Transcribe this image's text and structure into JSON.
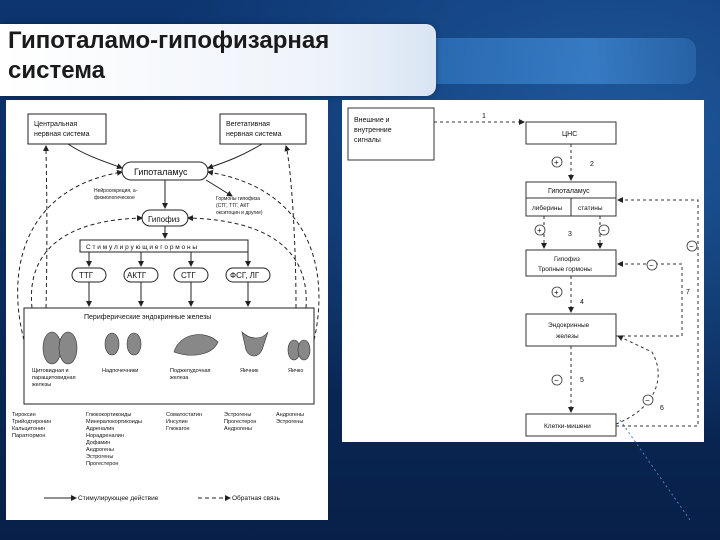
{
  "title": "Гипоталамо-гипофизарная система",
  "left": {
    "cns_central": [
      "Центральная",
      "нервная система"
    ],
    "cns_vegetative": [
      "Вегетативная",
      "нервная система"
    ],
    "hypothalamus": "Гипоталамус",
    "neurosecretion": [
      "Нейросекреция, а-",
      "физиологическое"
    ],
    "tropic_hormones": [
      "Гормоны гипофиза",
      "(СТГ, ТТГ, АКТ",
      "окситоцин и другие)"
    ],
    "pituitary": "Гипофиз",
    "stimulating": "С т и м у л и р у ю щ и е     г о р м о н ы",
    "hormones": [
      "ТТГ",
      "АКТГ",
      "СТГ",
      "ФСГ, ЛГ"
    ],
    "peripheral": "Периферические эндокринные железы",
    "glands": [
      [
        "Щитовидная и",
        "паращитовидная",
        "железы"
      ],
      [
        "Надпочечники"
      ],
      [
        "Поджелудочная",
        "железа"
      ],
      [
        "Яичник"
      ],
      [
        "Яичко"
      ]
    ],
    "products": [
      [
        "Тироксин",
        "Трийодтиронин",
        "Кальцитонин",
        "Паратгормон"
      ],
      [
        "Глюкокортикоиды",
        "Минералокортикоиды",
        "Адреналин",
        "Норадреналин",
        "Дофамин",
        "Андрогены",
        "Эстрогены",
        "Прогестерон"
      ],
      [
        "Соматостатин",
        "Инсулин",
        "Глюкагон"
      ],
      [
        "Эстрогены",
        "Прогестерон",
        "Андрогены"
      ],
      [
        "Андрогены",
        "Эстрогены"
      ]
    ],
    "legend_stim": "Стимулирующее действие",
    "legend_feedback": "Обратная связь"
  },
  "right": {
    "external": [
      "Внешние и",
      "внутренние",
      "сигналы"
    ],
    "cns": "ЦНС",
    "hypothalamus": "Гипоталамус",
    "liberins": "либерины",
    "statins": "статины",
    "pituitary": [
      "Гипофиз",
      "Тропные гормоны"
    ],
    "endocrine": [
      "Эндокринные",
      "железы"
    ],
    "cells": "Клетки-мишени",
    "nums": [
      "1",
      "2",
      "3",
      "4",
      "5",
      "6",
      "7"
    ],
    "plus": "+",
    "minus": "−"
  }
}
